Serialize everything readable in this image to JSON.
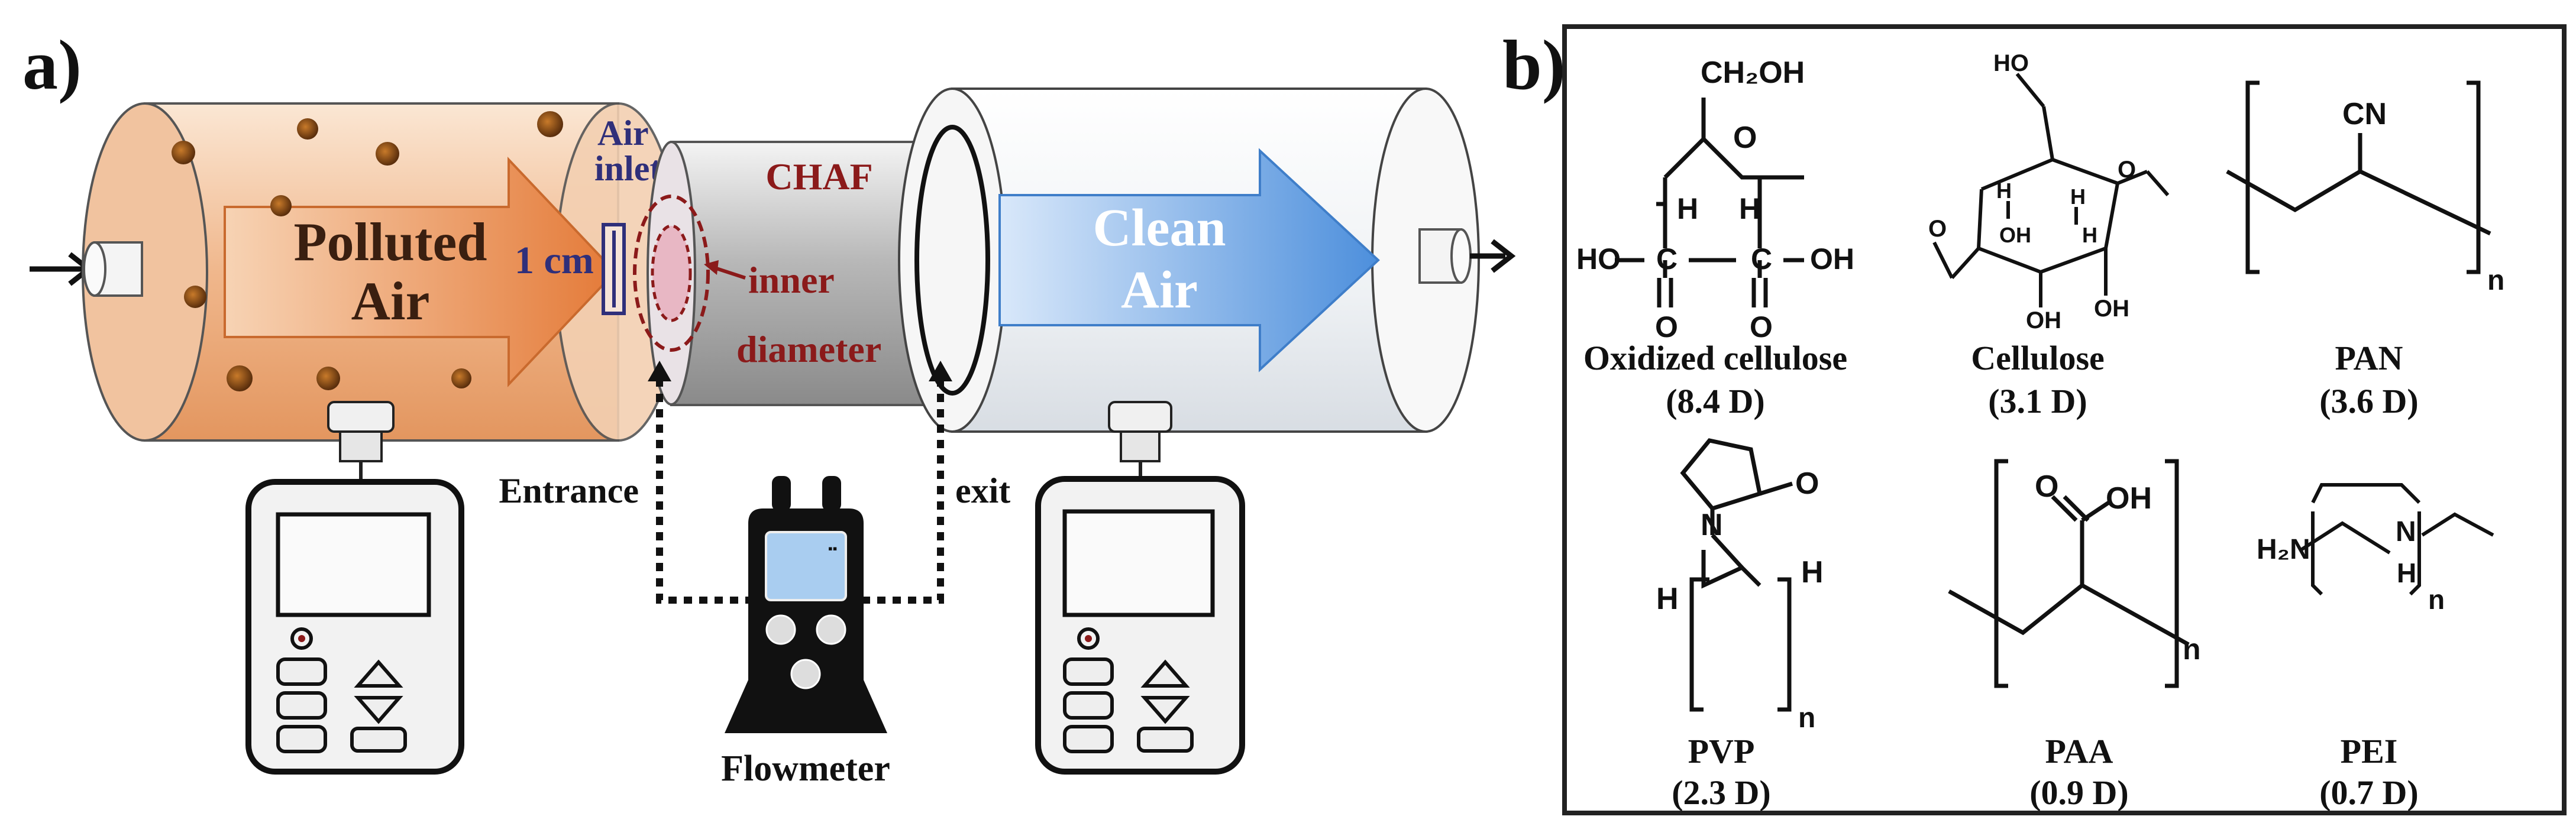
{
  "panel_a": {
    "label": "a)",
    "polluted_air": [
      "Polluted",
      "Air"
    ],
    "air_inlet": [
      "Air",
      "inlet"
    ],
    "one_cm": "1 cm",
    "chaf": "CHAF",
    "inner_diameter": [
      "inner",
      "diameter"
    ],
    "clean_air": [
      "Clean",
      "Air"
    ],
    "entrance": "Entrance",
    "exit": "exit",
    "flowmeter": "Flowmeter",
    "colors": {
      "polluted": "#e8945a",
      "polluted_light": "#f6dcc4",
      "clean_arrow": "#6fa6e4",
      "chaf_label": "#8b1a1a",
      "inlet_label": "#2f2f7a"
    }
  },
  "panel_b": {
    "label": "b)",
    "molecules": [
      {
        "name": "Oxidized cellulose",
        "dipole": "(8.4 D)"
      },
      {
        "name": "Cellulose",
        "dipole": "(3.1 D)"
      },
      {
        "name": "PAN",
        "dipole": "(3.6 D)"
      },
      {
        "name": "PVP",
        "dipole": "(2.3 D)"
      },
      {
        "name": "PAA",
        "dipole": "(0.9 D)"
      },
      {
        "name": "PEI",
        "dipole": "(0.7 D)"
      }
    ],
    "atoms": {
      "ch2oh": "CH₂OH",
      "o": "O",
      "h": "H",
      "c": "C",
      "ho": "HO",
      "oh": "OH",
      "cn": "CN",
      "n": "n",
      "N": "N",
      "h2n": "H₂N"
    }
  }
}
